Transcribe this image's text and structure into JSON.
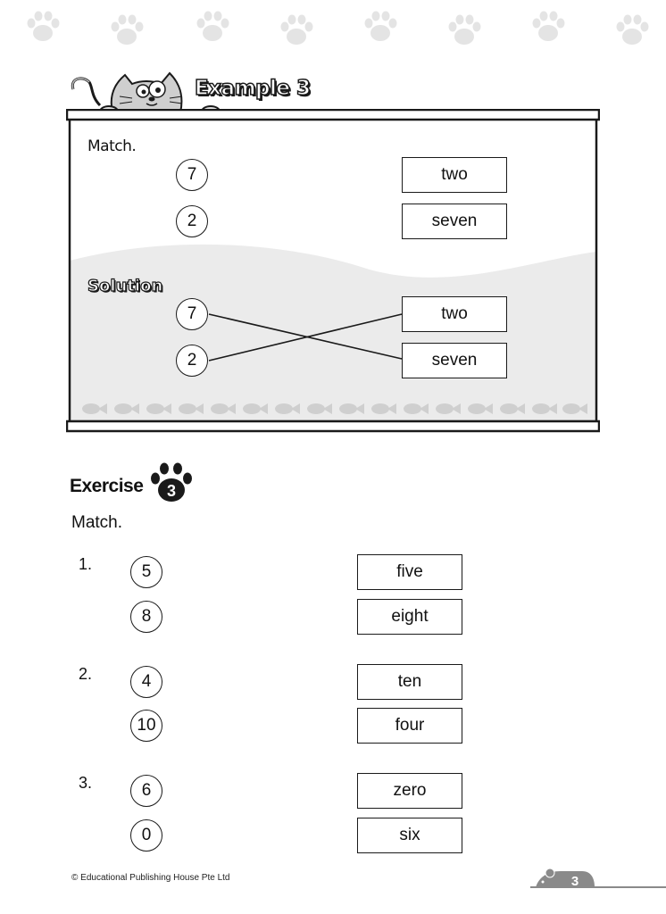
{
  "example": {
    "title": "Example 3",
    "instruction": "Match.",
    "question": {
      "numbers": [
        "7",
        "2"
      ],
      "words": [
        "two",
        "seven"
      ]
    },
    "solution_label": "Solution",
    "solution": {
      "numbers": [
        "7",
        "2"
      ],
      "words": [
        "two",
        "seven"
      ]
    }
  },
  "exercise": {
    "title": "Exercise",
    "number": "3",
    "instruction": "Match.",
    "questions": [
      {
        "label": "1.",
        "numbers": [
          "5",
          "8"
        ],
        "words": [
          "five",
          "eight"
        ]
      },
      {
        "label": "2.",
        "numbers": [
          "4",
          "10"
        ],
        "words": [
          "ten",
          "four"
        ]
      },
      {
        "label": "3.",
        "numbers": [
          "6",
          "0"
        ],
        "words": [
          "zero",
          "six"
        ]
      }
    ]
  },
  "footer": {
    "copyright": "© Educational Publishing House Pte Ltd",
    "page_number": "3"
  },
  "colors": {
    "ink": "#1a1a1a",
    "paw_gray": "#e4e4e4",
    "board_shade": "#ebebeb",
    "fish_gray": "#cfcfcf"
  }
}
